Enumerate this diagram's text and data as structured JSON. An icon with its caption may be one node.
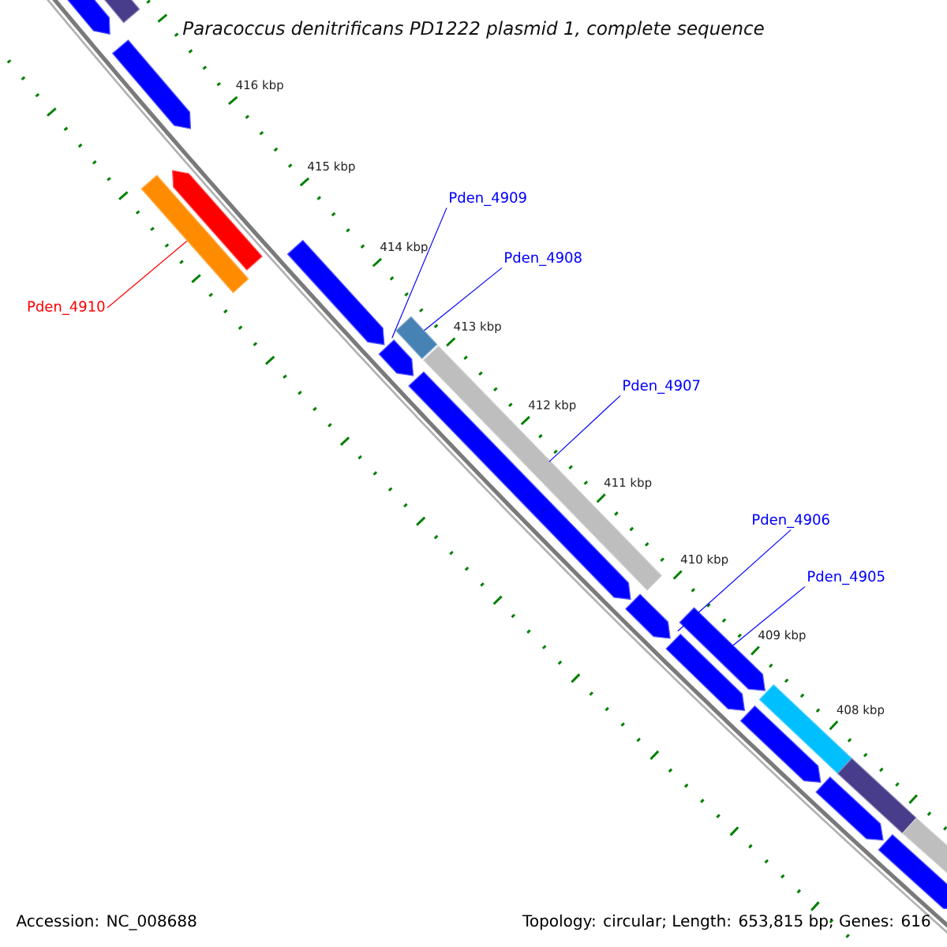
{
  "diagram": {
    "title": "Paracoccus denitrificans PD1222 plasmid 1, complete sequence",
    "nodes": [
      {
        "text": [
          "Pden_4910"
        ]
      },
      {
        "text": [],
        "shape": "bar"
      },
      {
        "text": [
          "Pden_4909"
        ]
      },
      {
        "text": [],
        "shape": "arrow"
      },
      {
        "text": [
          "Pden_4908"
        ]
      },
      {
        "text": [],
        "shape": "bar"
      },
      {
        "text": [
          "Pden_4907"
        ]
      },
      {
        "text": [],
        "shape": "bar"
      },
      {
        "text": [
          "Pden_4906"
        ]
      },
      {
        "text": [],
        "shape": "arrow"
      },
      {
        "text": [
          "Pden_4905"
        ]
      },
      {
        "text": [],
        "shape": "arrow"
      },
      {
        "text": [],
        "shape": "bar"
      },
      {
        "text": [],
        "shape": "arrow"
      },
      {
        "text": [],
        "shape": "arrow"
      },
      {
        "text": [],
        "shape": "arrow"
      },
      {
        "text": [],
        "shape": "arrow"
      },
      {
        "text": [],
        "shape": "arrow"
      },
      {
        "text": [],
        "shape": "arrow"
      },
      {
        "text": [],
        "shape": "bar"
      },
      {
        "text": [],
        "shape": "arrow"
      },
      {
        "text": [],
        "shape": "bar"
      },
      {
        "text": [],
        "shape": "arrow"
      },
      {
        "text": [],
        "shape": "arrow"
      },
      {
        "text": [],
        "shape": "bar"
      }
    ],
    "edges": [
      {
        "from": 0,
        "to": 1,
        "arrow": "none",
        "color": "#ff0000"
      },
      {
        "from": 2,
        "to": 3,
        "arrow": "none"
      },
      {
        "from": 4,
        "to": 5,
        "arrow": "none"
      },
      {
        "from": 6,
        "to": 7,
        "arrow": "none"
      },
      {
        "from": 8,
        "to": 9,
        "arrow": "none"
      },
      {
        "from": 10,
        "to": 11,
        "arrow": "none"
      }
    ],
    "labels": [
      "416 kbp",
      "415 kbp",
      "414 kbp",
      "413 kbp",
      "412 kbp",
      "411 kbp",
      "410 kbp",
      "409 kbp",
      "408 kbp",
      "Accession: NC_008688",
      "Topology: circular; Length: 653,815 bp; Genes: 616"
    ]
  }
}
